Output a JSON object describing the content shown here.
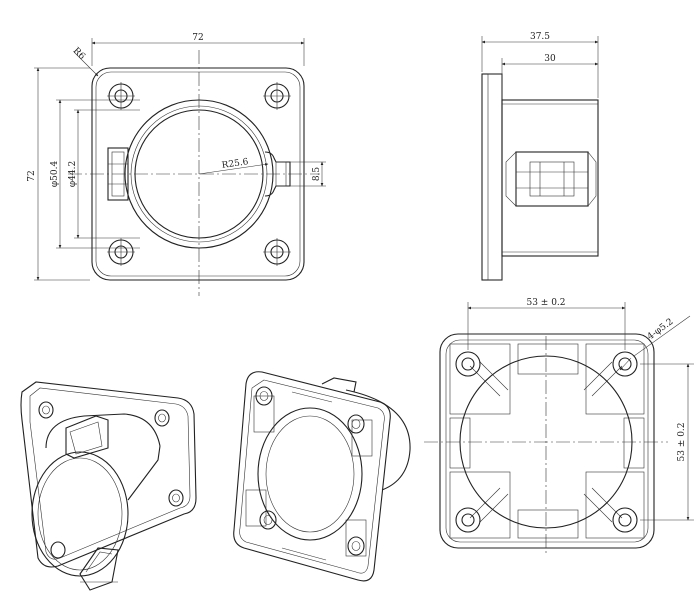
{
  "dimensions": {
    "width_72": "72",
    "height_72": "72",
    "corner_r6": "R6",
    "dia_50_4": "φ50.4",
    "dia_44_2": "φ44.2",
    "radius_25_6": "R25.6",
    "slot_8_5": "8.5",
    "side_37_5": "37.5",
    "side_30": "30",
    "back_53_h": "53 ± 0.2",
    "back_53_v": "53 ± 0.2",
    "holes": "4-φ5.2"
  }
}
